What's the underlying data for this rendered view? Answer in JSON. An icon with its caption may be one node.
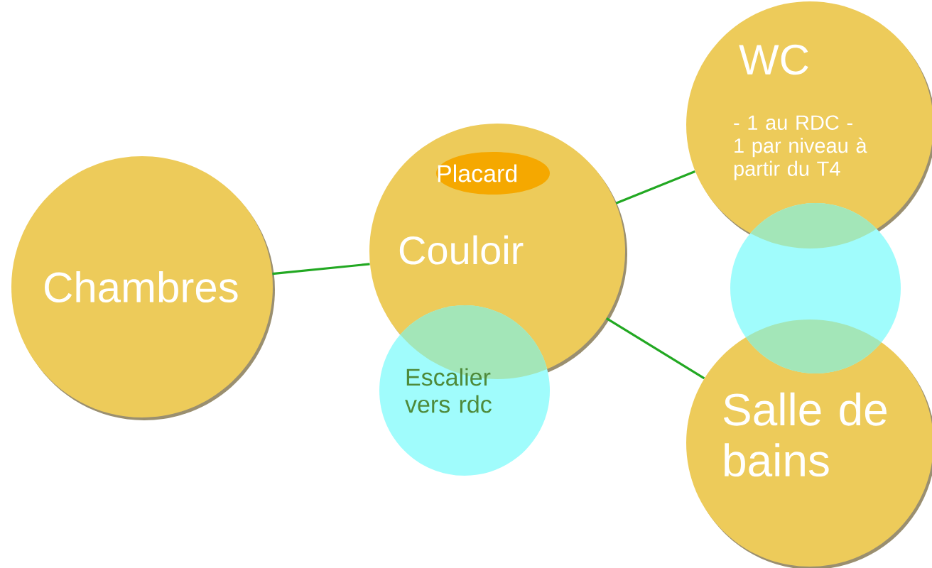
{
  "diagram": {
    "nodes": [
      {
        "text": [
          "Chambres"
        ]
      },
      {
        "text": [
          "Couloir"
        ]
      },
      {
        "text": [
          "Placard"
        ],
        "in": 1
      },
      {
        "text": [
          "Escalier vers rdc"
        ]
      },
      {
        "text": [
          "WC",
          "- 1 au RDC - 1 par niveau à partir du T4"
        ]
      },
      {
        "text": [],
        "shape": "circle"
      },
      {
        "text": [
          "Salle de bains"
        ]
      }
    ],
    "edges": [
      {
        "from": 0,
        "to": 1,
        "arrow": "none"
      },
      {
        "from": 1,
        "to": 4,
        "arrow": "none"
      },
      {
        "from": 1,
        "to": 6,
        "arrow": "none"
      }
    ]
  }
}
